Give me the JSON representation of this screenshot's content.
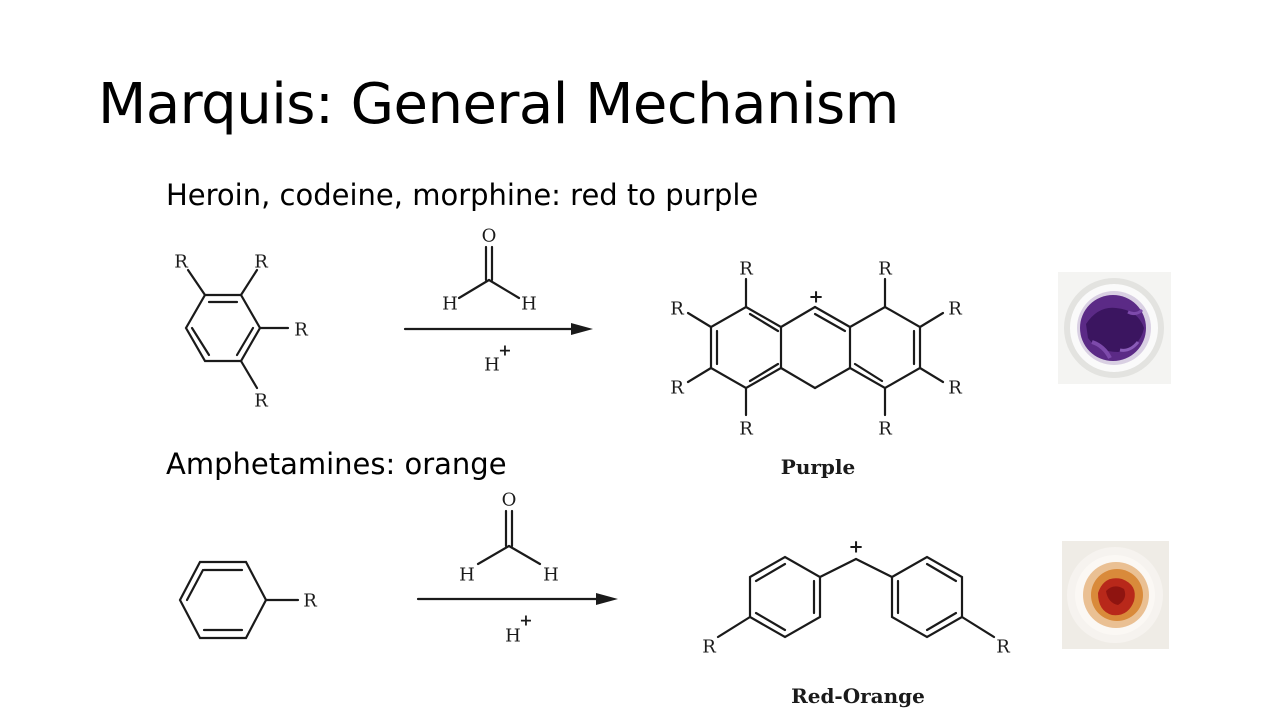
{
  "slide": {
    "title": "Marquis: General Mechanism",
    "sections": [
      {
        "heading": "Heroin, codeine, morphine: red to purple",
        "reagent": {
          "oxygen": "O",
          "hydrogen": "H",
          "catalyst": "H",
          "charge": "+"
        },
        "substituent": "R",
        "product_label": "Purple",
        "result_color": "#5b2a86"
      },
      {
        "heading": "Amphetamines: orange",
        "reagent": {
          "oxygen": "O",
          "hydrogen": "H",
          "catalyst": "H",
          "charge": "+"
        },
        "substituent": "R",
        "product_label": "Red-Orange",
        "result_color": "#c0401a"
      }
    ]
  }
}
